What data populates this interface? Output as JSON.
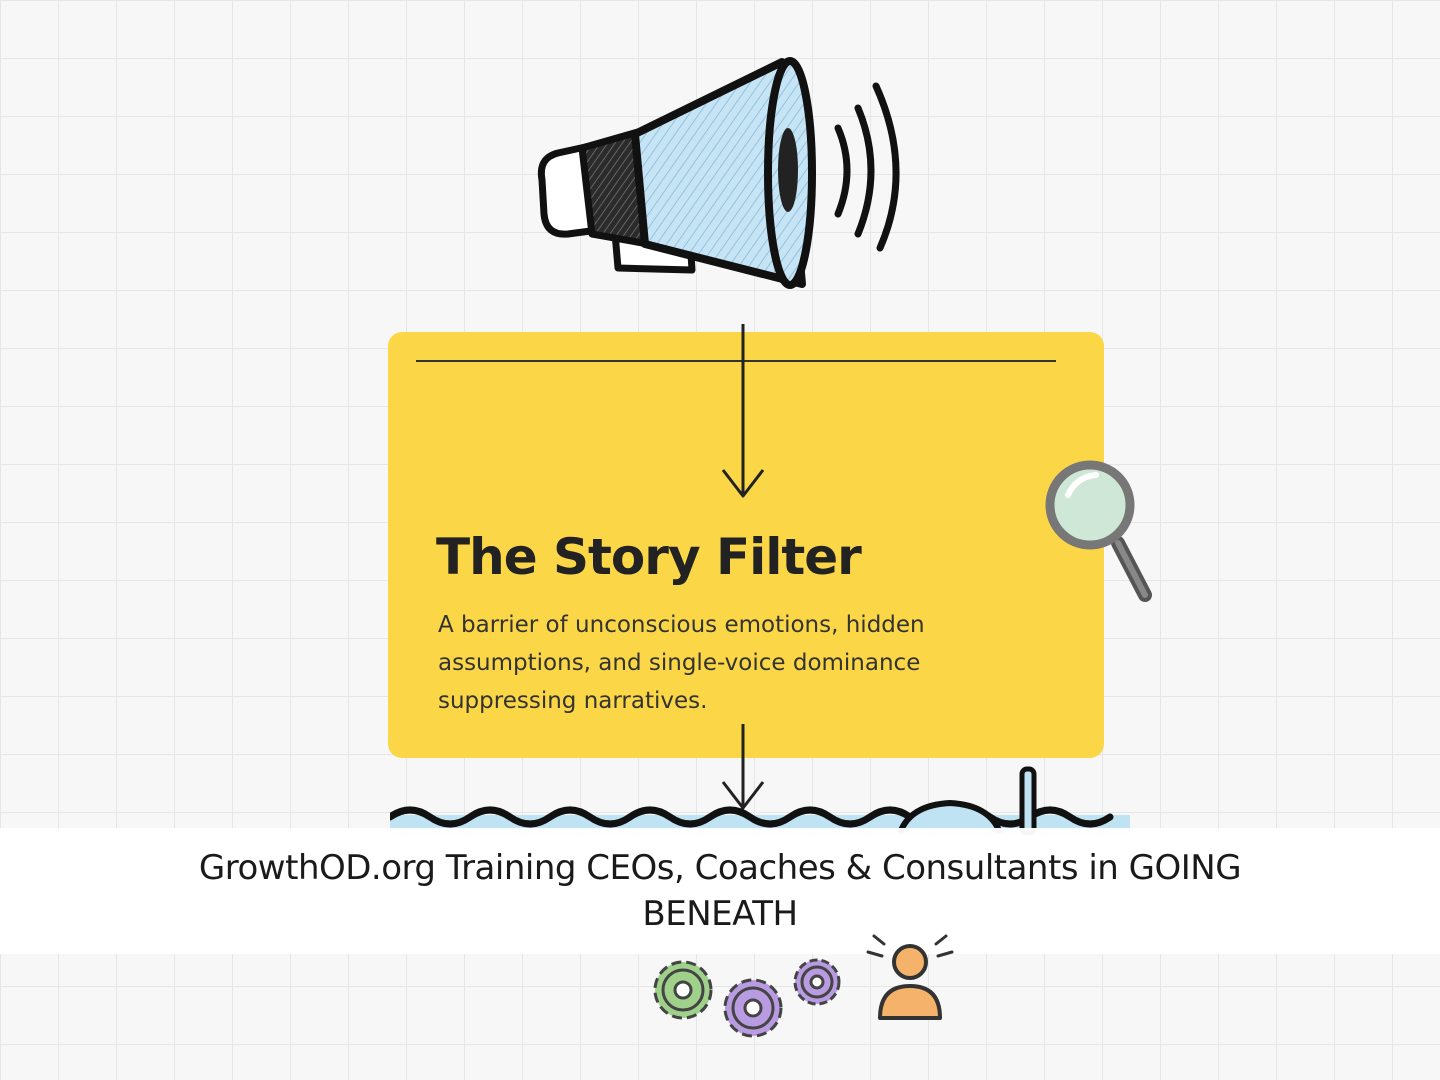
{
  "card": {
    "title": "The Story Filter",
    "description": "A barrier of unconscious emotions, hidden assumptions, and single-voice dominance suppressing narratives."
  },
  "caption": {
    "text": "GrowthOD.org Training CEOs, Coaches & Consultants in GOING BENEATH"
  },
  "colors": {
    "card_yellow": "#fbd748",
    "megaphone_blue": "#bfe0f2",
    "water_blue": "#bfe3f3",
    "gear_green": "#9fd18b",
    "gear_purple": "#b89be0",
    "person_orange": "#f5b26b"
  },
  "icons": [
    "megaphone-icon",
    "magnifier-icon",
    "gear-icon",
    "person-icon",
    "snorkel-icon",
    "arrow-down-icon"
  ]
}
